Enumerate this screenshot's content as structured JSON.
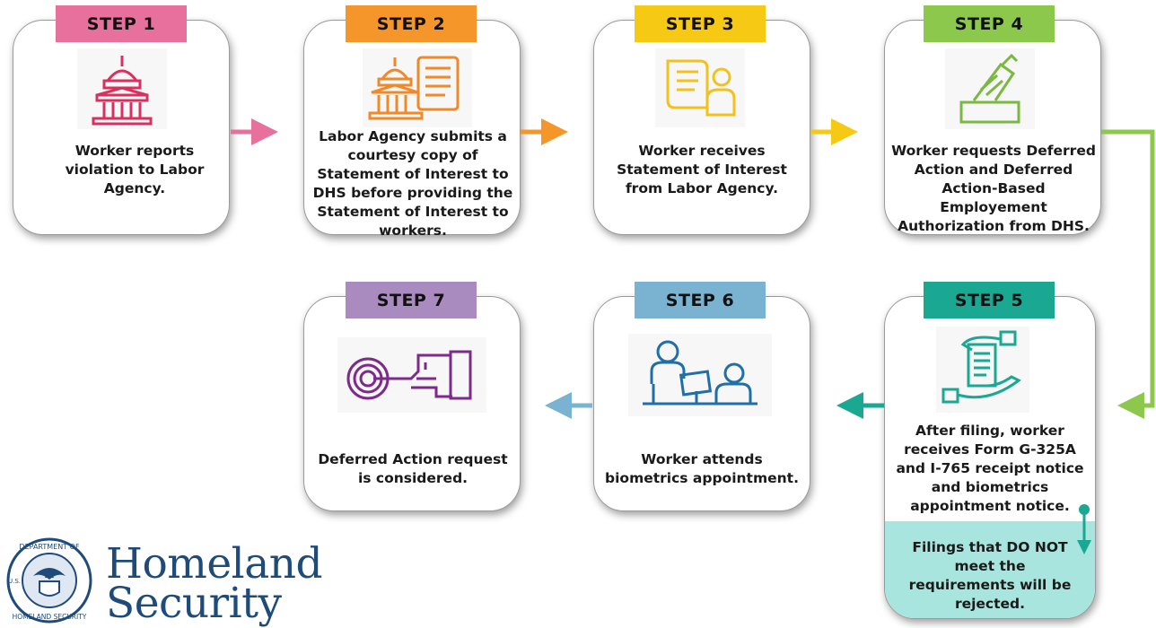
{
  "steps": [
    {
      "label": "STEP 1",
      "text": "Worker reports violation to Labor Agency.",
      "color": "#e8709c",
      "icon": "capitol-building-icon"
    },
    {
      "label": "STEP 2",
      "text": "Labor Agency submits a courtesy copy of Statement of Interest to DHS before providing the Statement of Interest to workers.",
      "color": "#f5962b",
      "icon": "building-with-document-icon"
    },
    {
      "label": "STEP 3",
      "text": "Worker receives Statement of Interest from Labor Agency.",
      "color": "#f6c915",
      "icon": "person-with-scroll-icon"
    },
    {
      "label": "STEP 4",
      "text": "Worker requests Deferred Action and Deferred Action-Based Employement Authorization from DHS.",
      "color": "#8cc84c",
      "icon": "ballot-box-icon"
    },
    {
      "label": "STEP 5",
      "text": "After filing, worker receives Form G-325A and I-765 receipt notice and biometrics appointment notice.",
      "color": "#1aa892",
      "icon": "hands-with-document-icon",
      "note_parts": [
        "Filings that ",
        "DO NOT",
        " meet the requirements will be rejected."
      ]
    },
    {
      "label": "STEP 6",
      "text": "Worker attends biometrics appointment.",
      "color": "#7ab3d1",
      "icon": "meeting-people-icon"
    },
    {
      "label": "STEP 7",
      "text": "Deferred Action request is considered.",
      "color": "#a98bbf",
      "icon": "finger-press-target-icon"
    }
  ],
  "logo": {
    "line1": "Homeland",
    "line2": "Security",
    "seal_top": "DEPARTMENT OF",
    "seal_bottom": "HOMELAND SECURITY",
    "seal_left": "U.S.",
    "color": "#1f4b7a"
  }
}
